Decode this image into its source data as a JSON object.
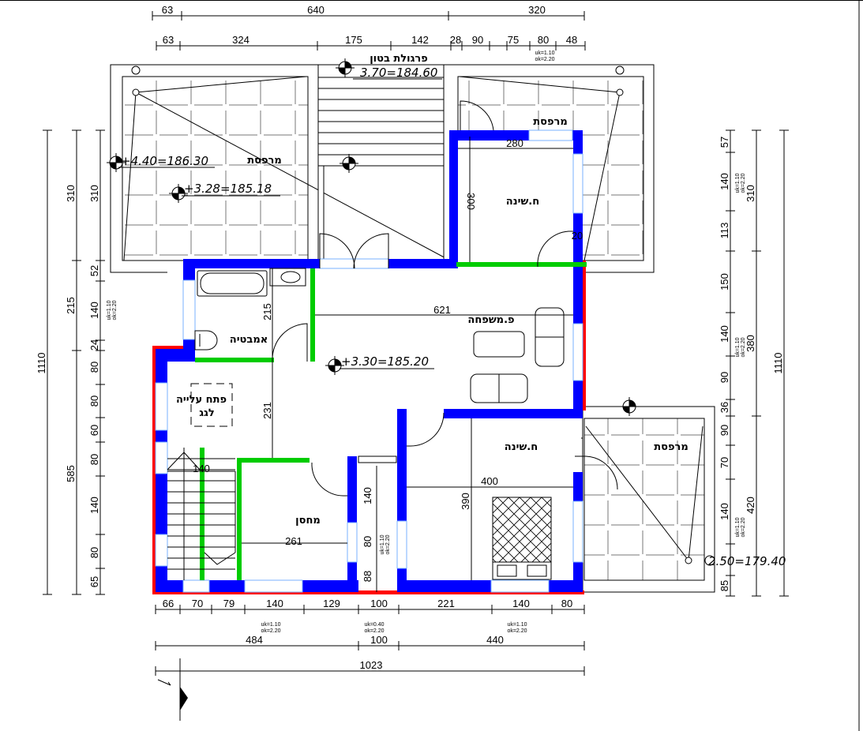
{
  "colors": {
    "bearing_wall": "#0000ff",
    "partition_wall": "#00cc00",
    "insulation": "#ff0000",
    "window_frame": "#7ab0ff"
  },
  "top_dims": {
    "row1": [
      "63",
      "640",
      "320"
    ],
    "row2": [
      "63",
      "324",
      "175",
      "142",
      "28",
      "90",
      "75",
      "80",
      "48"
    ],
    "note": [
      "uk=1.10",
      "ok=2.20"
    ]
  },
  "bottom_dims": {
    "row1": [
      "66",
      "70",
      "79",
      "140",
      "129",
      "100",
      "221",
      "140",
      "80"
    ],
    "notes": [
      [
        "uk=1.10",
        "ok=2.20"
      ],
      [
        "uk=0.40",
        "ok=2.20"
      ],
      [
        "uk=1.10",
        "ok=2.20"
      ]
    ],
    "row2": [
      "484",
      "100",
      "440"
    ],
    "total": "1023"
  },
  "left_dims": {
    "total": "1110",
    "mid": [
      "310",
      "215",
      "585"
    ],
    "inner": [
      "310",
      "52",
      "140",
      "24",
      "80",
      "80",
      "60",
      "80",
      "140",
      "80",
      "65"
    ],
    "note": [
      "uk=1.10",
      "ok=2.20"
    ]
  },
  "right_dims": {
    "total": "1110",
    "mid": [
      "310",
      "380",
      "420"
    ],
    "inner": [
      "57",
      "140",
      "113",
      "150",
      "140",
      "90",
      "36",
      "90",
      "70",
      "140",
      "85"
    ],
    "notes": [
      [
        "uk=1.10",
        "ok=2.20"
      ],
      [
        "uk=1.10",
        "ok=2.20"
      ],
      [
        "uk=1.10",
        "ok=2.20"
      ]
    ]
  },
  "rooms": {
    "terrace_nw": "מרפסת",
    "pergola": "פרגולת בטון",
    "terrace_ne": "מרפסת",
    "bedroom_1": "ח.שינה",
    "family_room": "פ.משפחה",
    "bathroom": "אמבטיה",
    "roof_hatch_1": "פתח עלייה",
    "roof_hatch_2": "לגג",
    "storage": "מחסן",
    "bedroom_2": "ח.שינה",
    "terrace_e": "מרפסת"
  },
  "elevations": {
    "pergola": "3.70=184.60",
    "terrace_nw_high": "+4.40=186.30",
    "terrace_nw": "+3.28=185.18",
    "floor": "+3.30=185.20",
    "terrace_e": "2.50=179.40"
  },
  "interior_dims": {
    "bedroom1_width": "280",
    "bedroom1_depth": "300",
    "bedroom1_door": "20",
    "family_width": "621",
    "bath_depth": "215",
    "hall_depth": "231",
    "stair_width": "140",
    "storage_width": "261",
    "passage_a": "140",
    "passage_b": "80",
    "passage_c": "88",
    "passage_note": [
      "uk=1.10",
      "ok=2.20"
    ],
    "bedroom2_width": "400",
    "bedroom2_depth": "390"
  }
}
